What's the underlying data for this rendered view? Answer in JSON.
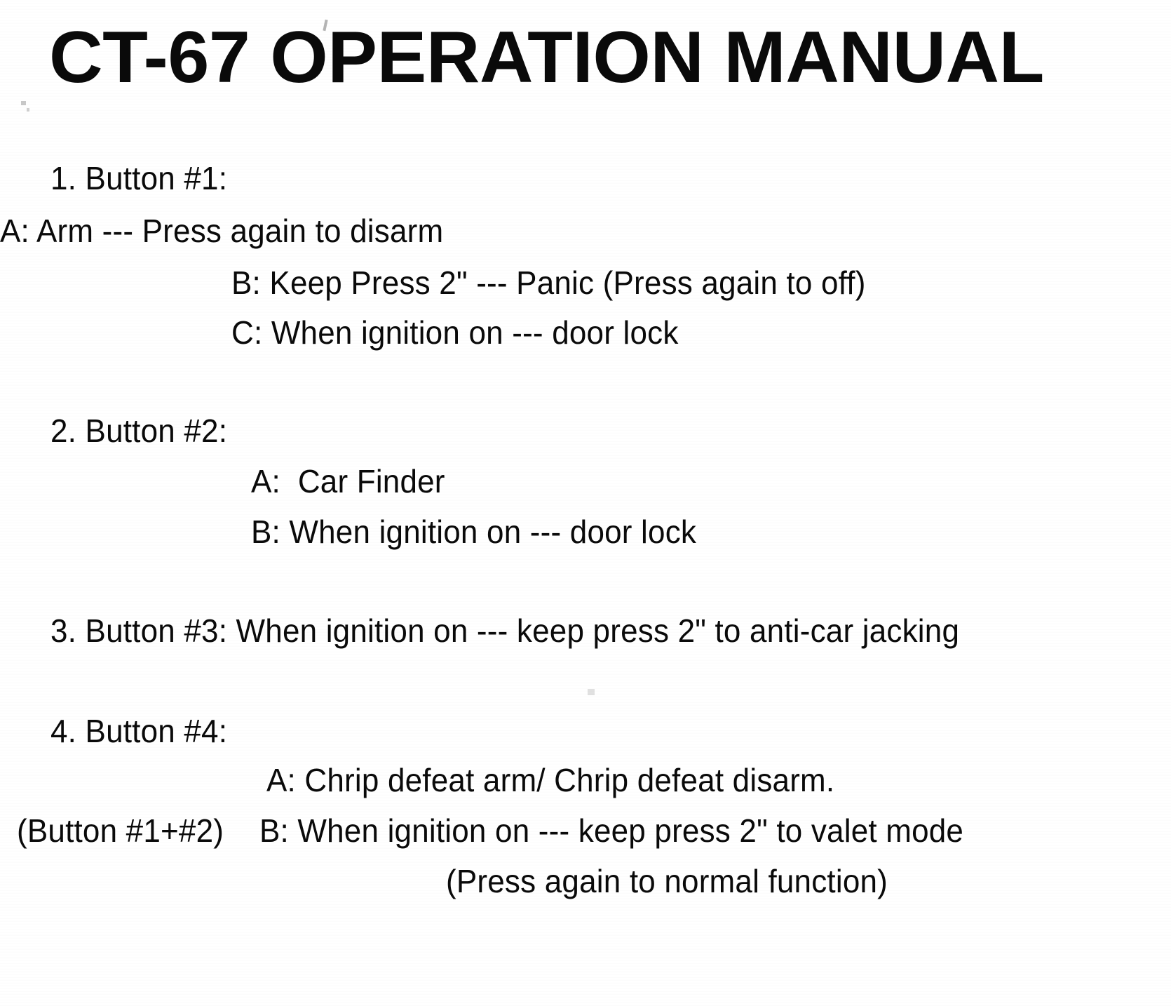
{
  "document": {
    "title": "CT-67 OPERATION MANUAL",
    "sections": [
      {
        "heading": "1. Button #1:",
        "items": [
          "A: Arm --- Press again to disarm",
          "B: Keep Press 2\" --- Panic (Press again to off)",
          "C: When ignition on --- door lock"
        ]
      },
      {
        "heading": "2. Button #2:",
        "items": [
          "A:  Car Finder",
          "B: When ignition on --- door lock"
        ]
      },
      {
        "heading": "3. Button #3: When ignition on --- keep press 2\" to anti-car jacking",
        "items": []
      },
      {
        "heading": "4. Button #4:",
        "items": [
          "A: Chrip defeat arm/ Chrip defeat disarm.",
          "B: When ignition on --- keep press 2\" to valet mode",
          "(Press again to normal function)"
        ],
        "margin_note": "(Button #1+#2)"
      }
    ]
  },
  "colors": {
    "ink": "#0a0a0a",
    "paper": "#ffffff"
  }
}
